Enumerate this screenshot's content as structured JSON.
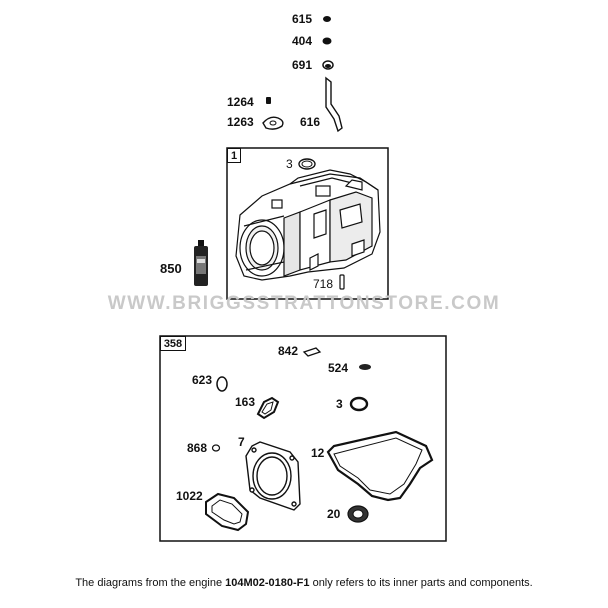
{
  "kit_1": {
    "tag": "1"
  },
  "kit_358": {
    "tag": "358"
  },
  "parts_top": {
    "p615": "615",
    "p404": "404",
    "p691": "691",
    "p1264": "1264",
    "p1263": "1263",
    "p616": "616",
    "p3": "3",
    "p718": "718",
    "p850": "850"
  },
  "parts_kit": {
    "p842": "842",
    "p524": "524",
    "p623": "623",
    "p163": "163",
    "p3": "3",
    "p868": "868",
    "p7": "7",
    "p12": "12",
    "p1022": "1022",
    "p20": "20"
  },
  "watermark": "WWW.BRIGGSSTRATTONSTORE.COM",
  "footer": {
    "prefix": "The diagrams from the engine ",
    "model": "104M02-0180-F1",
    "suffix": " only refers to its inner parts and components."
  }
}
